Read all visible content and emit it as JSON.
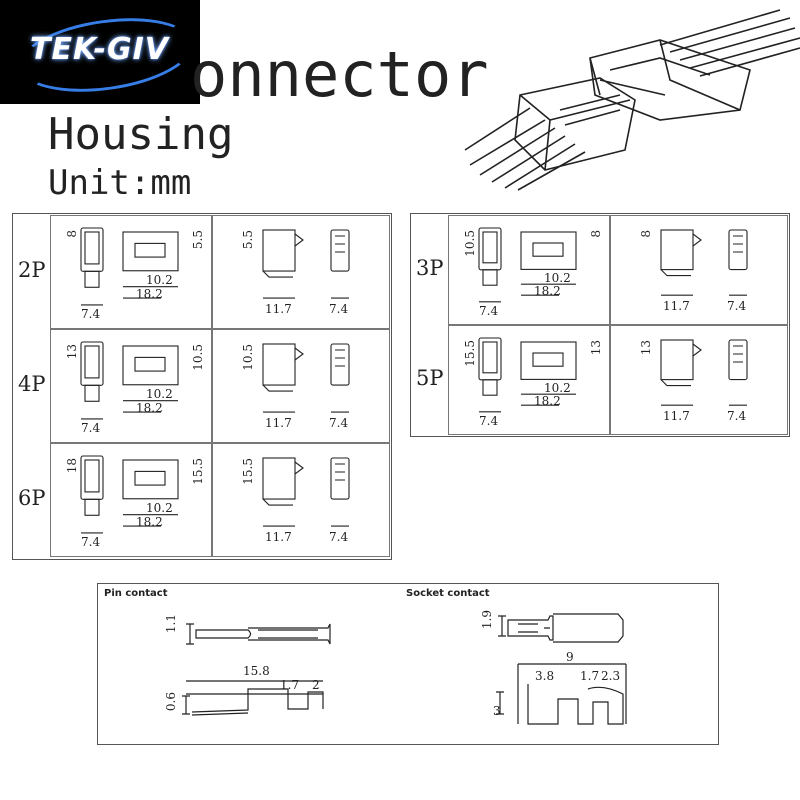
{
  "brand": {
    "logo_text": "TEK-GIV",
    "accent": "#3c8bff"
  },
  "header": {
    "title": "onnector",
    "housing": "Housing",
    "unit": "Unit:mm"
  },
  "table_left": {
    "rows": [
      {
        "label": "2P",
        "front": {
          "h": "8",
          "w": "7.4"
        },
        "side": {
          "a": "10.2",
          "b": "18.2",
          "h": "5.5"
        },
        "top": {
          "h": "5.5",
          "w1": "11.7",
          "w2": "7.4"
        }
      },
      {
        "label": "4P",
        "front": {
          "h": "13",
          "w": "7.4"
        },
        "side": {
          "a": "10.2",
          "b": "18.2",
          "h": "10.5"
        },
        "top": {
          "h": "10.5",
          "w1": "11.7",
          "w2": "7.4"
        }
      },
      {
        "label": "6P",
        "front": {
          "h": "18",
          "w": "7.4"
        },
        "side": {
          "a": "10.2",
          "b": "18.2",
          "h": "15.5"
        },
        "top": {
          "h": "15.5",
          "w1": "11.7",
          "w2": "7.4"
        }
      }
    ]
  },
  "table_right": {
    "rows": [
      {
        "label": "3P",
        "front": {
          "h": "10.5",
          "w": "7.4"
        },
        "side": {
          "a": "10.2",
          "b": "18.2",
          "h": "8"
        },
        "top": {
          "h": "8",
          "w1": "11.7",
          "w2": "7.4"
        }
      },
      {
        "label": "5P",
        "front": {
          "h": "15.5",
          "w": "7.4"
        },
        "side": {
          "a": "10.2",
          "b": "18.2",
          "h": "13"
        },
        "top": {
          "h": "13",
          "w1": "11.7",
          "w2": "7.4"
        }
      }
    ]
  },
  "contacts": {
    "pin_title": "Pin contact",
    "socket_title": "Socket contact",
    "pin": {
      "h": "1.1",
      "len": "15.8",
      "a": "1.7",
      "b": "2",
      "t": "0.6"
    },
    "socket": {
      "h": "1.9",
      "len": "9",
      "a": "3.8",
      "b": "1.7",
      "c": "2.3",
      "d": "3"
    }
  }
}
